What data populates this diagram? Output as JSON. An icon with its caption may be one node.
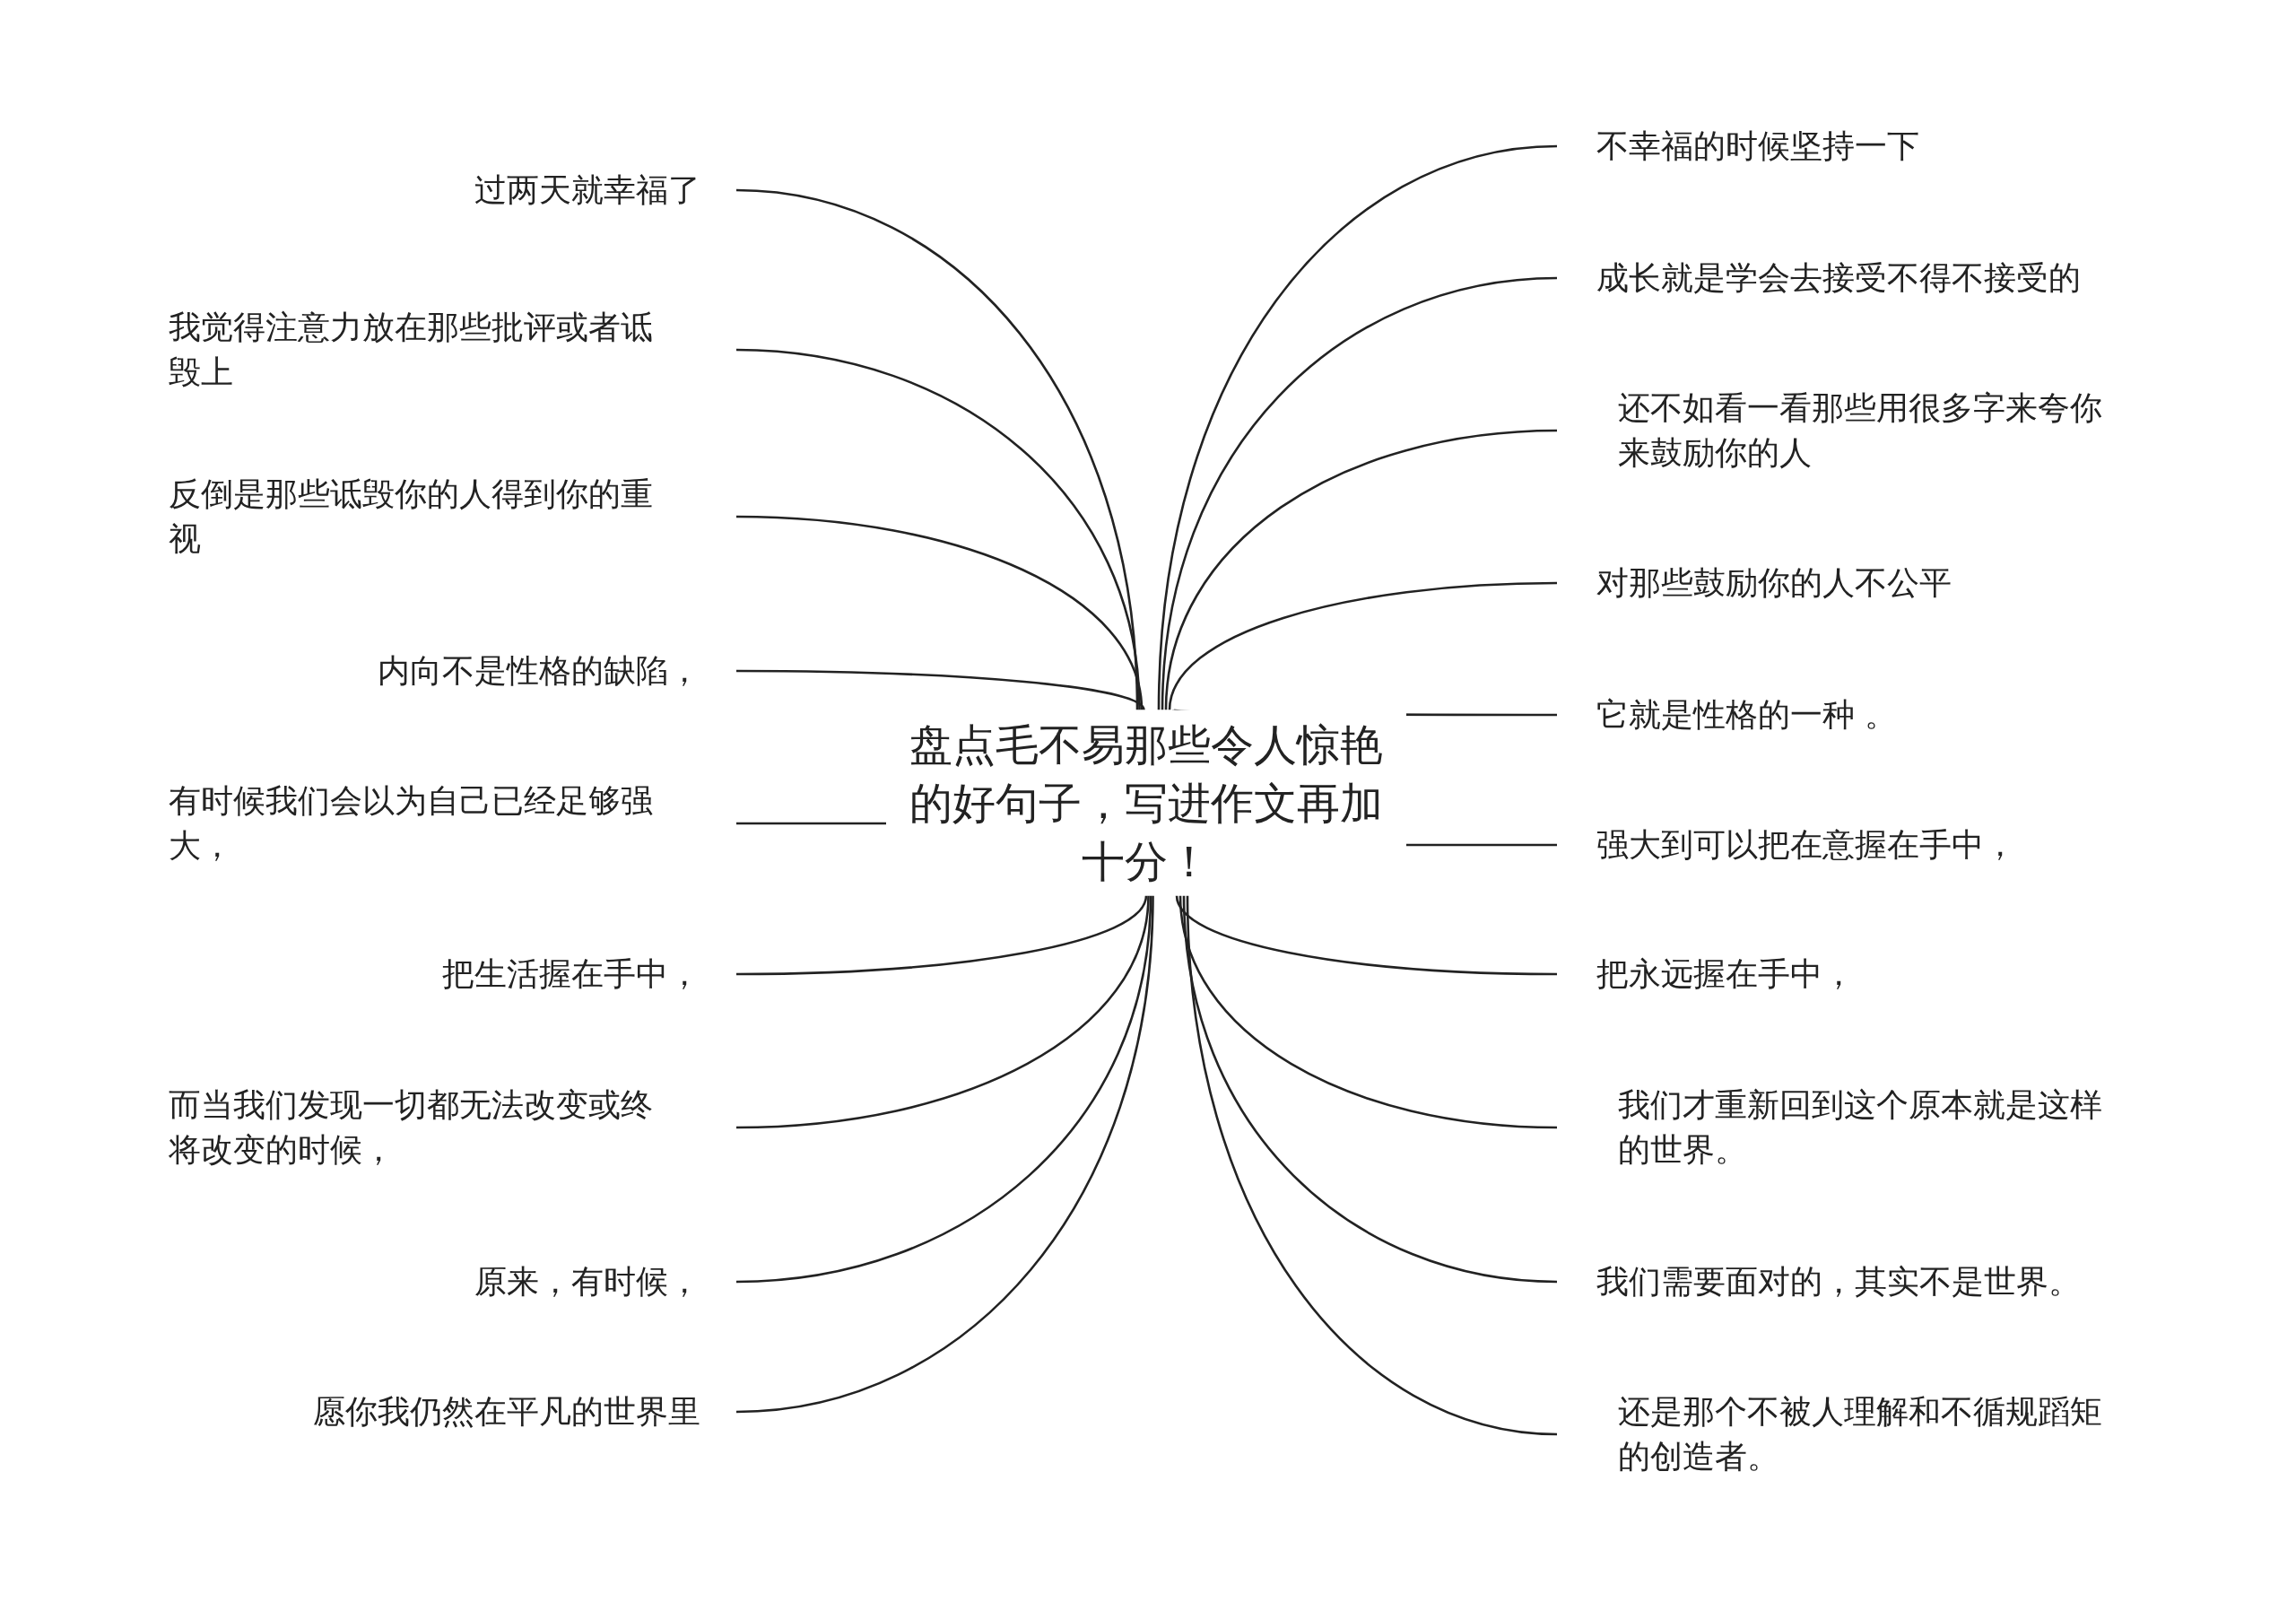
{
  "diagram": {
    "nodes": [
      {
        "text": [
          "盘点毛不易那些令人惊艳的好句子，写进作文再加十分！"
        ]
      },
      {
        "text": [
          "过两天就幸福了"
        ]
      },
      {
        "text": [
          "我觉得注意力放在那些批评或者诋毁上"
        ]
      },
      {
        "text": [
          "反倒是那些诋毁你的人得到你的重视"
        ]
      },
      {
        "text": [
          "内向不是性格的缺陷，"
        ]
      },
      {
        "text": [
          "有时候我们会以为自己已经足够强大，"
        ]
      },
      {
        "text": [
          "把生活握在手中，"
        ]
      },
      {
        "text": [
          "而当我们发现一切都无法改变或终将改变的时候，"
        ]
      },
      {
        "text": [
          "原来，有时候，"
        ]
      },
      {
        "text": [
          "愿你我仍然在平凡的世界里"
        ]
      },
      {
        "text": [
          "不幸福的时候坚持一下"
        ]
      },
      {
        "text": [
          "成长就是学会去接受不得不接受的"
        ]
      },
      {
        "text": [
          "还不如看一看那些用很多字来夸你来鼓励你的人"
        ]
      },
      {
        "text": [
          "对那些鼓励你的人不公平"
        ]
      },
      {
        "text": [
          "它就是性格的一种 。"
        ]
      },
      {
        "text": [
          "强大到可以把在意握在手中，"
        ]
      },
      {
        "text": [
          "把永远握在手中，"
        ]
      },
      {
        "text": [
          "我们才重新回到这个原本就是这样的世界。"
        ]
      },
      {
        "text": [
          "我们需要面对的，其实不是世界。"
        ]
      },
      {
        "text": [
          "还是那个不被人理解和不循规蹈矩的创造者。"
        ]
      }
    ],
    "edges": [
      {
        "from": 0,
        "to": 1,
        "arrow": "none"
      },
      {
        "from": 0,
        "to": 2,
        "arrow": "none"
      },
      {
        "from": 0,
        "to": 3,
        "arrow": "none"
      },
      {
        "from": 0,
        "to": 4,
        "arrow": "none"
      },
      {
        "from": 0,
        "to": 5,
        "arrow": "none"
      },
      {
        "from": 0,
        "to": 6,
        "arrow": "none"
      },
      {
        "from": 0,
        "to": 7,
        "arrow": "none"
      },
      {
        "from": 0,
        "to": 8,
        "arrow": "none"
      },
      {
        "from": 0,
        "to": 9,
        "arrow": "none"
      },
      {
        "from": 0,
        "to": 10,
        "arrow": "none"
      },
      {
        "from": 0,
        "to": 11,
        "arrow": "none"
      },
      {
        "from": 0,
        "to": 12,
        "arrow": "none"
      },
      {
        "from": 0,
        "to": 13,
        "arrow": "none"
      },
      {
        "from": 0,
        "to": 14,
        "arrow": "none"
      },
      {
        "from": 0,
        "to": 15,
        "arrow": "none"
      },
      {
        "from": 0,
        "to": 16,
        "arrow": "none"
      },
      {
        "from": 0,
        "to": 17,
        "arrow": "none"
      },
      {
        "from": 0,
        "to": 18,
        "arrow": "none"
      },
      {
        "from": 0,
        "to": 19,
        "arrow": "none"
      }
    ]
  }
}
